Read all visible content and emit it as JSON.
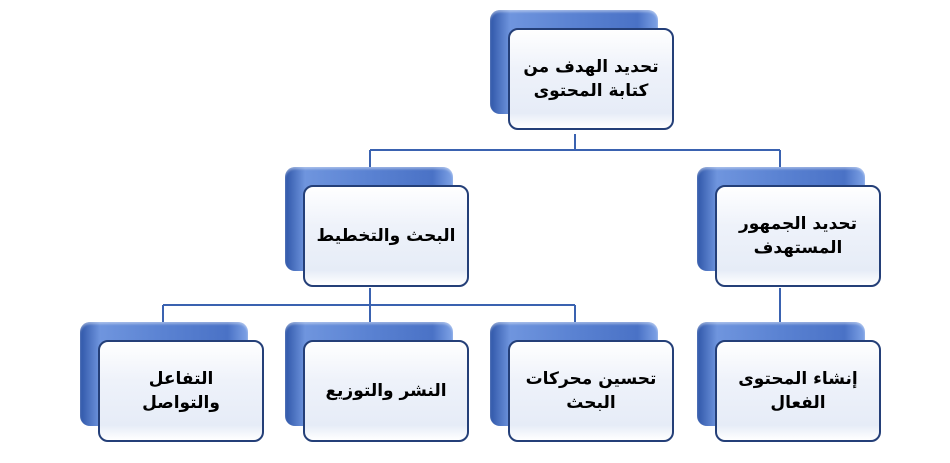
{
  "diagram": {
    "root": {
      "label": "تحديد الهدف من كتابة المحتوى"
    },
    "level2": [
      {
        "label": "البحث والتخطيط"
      },
      {
        "label": "تحديد الجمهور المستهدف"
      }
    ],
    "level3": [
      {
        "label": "التفاعل والتواصل"
      },
      {
        "label": "النشر والتوزيع"
      },
      {
        "label": "تحسين محركات البحث"
      },
      {
        "label": "إنشاء المحتوى الفعال"
      }
    ],
    "colors": {
      "box_back": "#4a72c6",
      "box_border": "#243f78",
      "connector": "#3a62b0"
    }
  }
}
